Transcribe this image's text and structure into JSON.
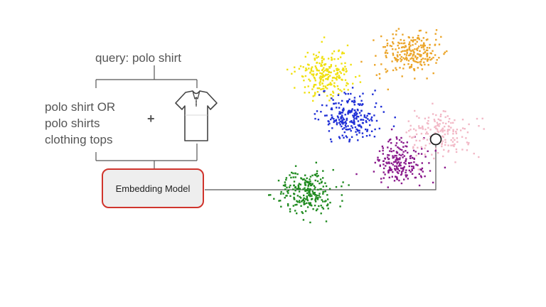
{
  "query": {
    "label": "query: polo shirt"
  },
  "expansions": [
    "polo shirt OR",
    "polo shirts",
    "clothing tops"
  ],
  "operator": "+",
  "image_input": {
    "icon": "polo-shirt-icon"
  },
  "model": {
    "label": "Embedding Model",
    "border_color": "#d0342c",
    "fill_color": "#eeeeee"
  },
  "embedding_space": {
    "clusters": [
      {
        "name": "yellow",
        "color": "#f0e010"
      },
      {
        "name": "orange",
        "color": "#eba52a"
      },
      {
        "name": "blue",
        "color": "#1f2fd6"
      },
      {
        "name": "purple",
        "color": "#8a1a8c"
      },
      {
        "name": "pink",
        "color": "#f2b8c6"
      },
      {
        "name": "green",
        "color": "#1f8a1f"
      }
    ],
    "query_marker": "circle-marker"
  }
}
